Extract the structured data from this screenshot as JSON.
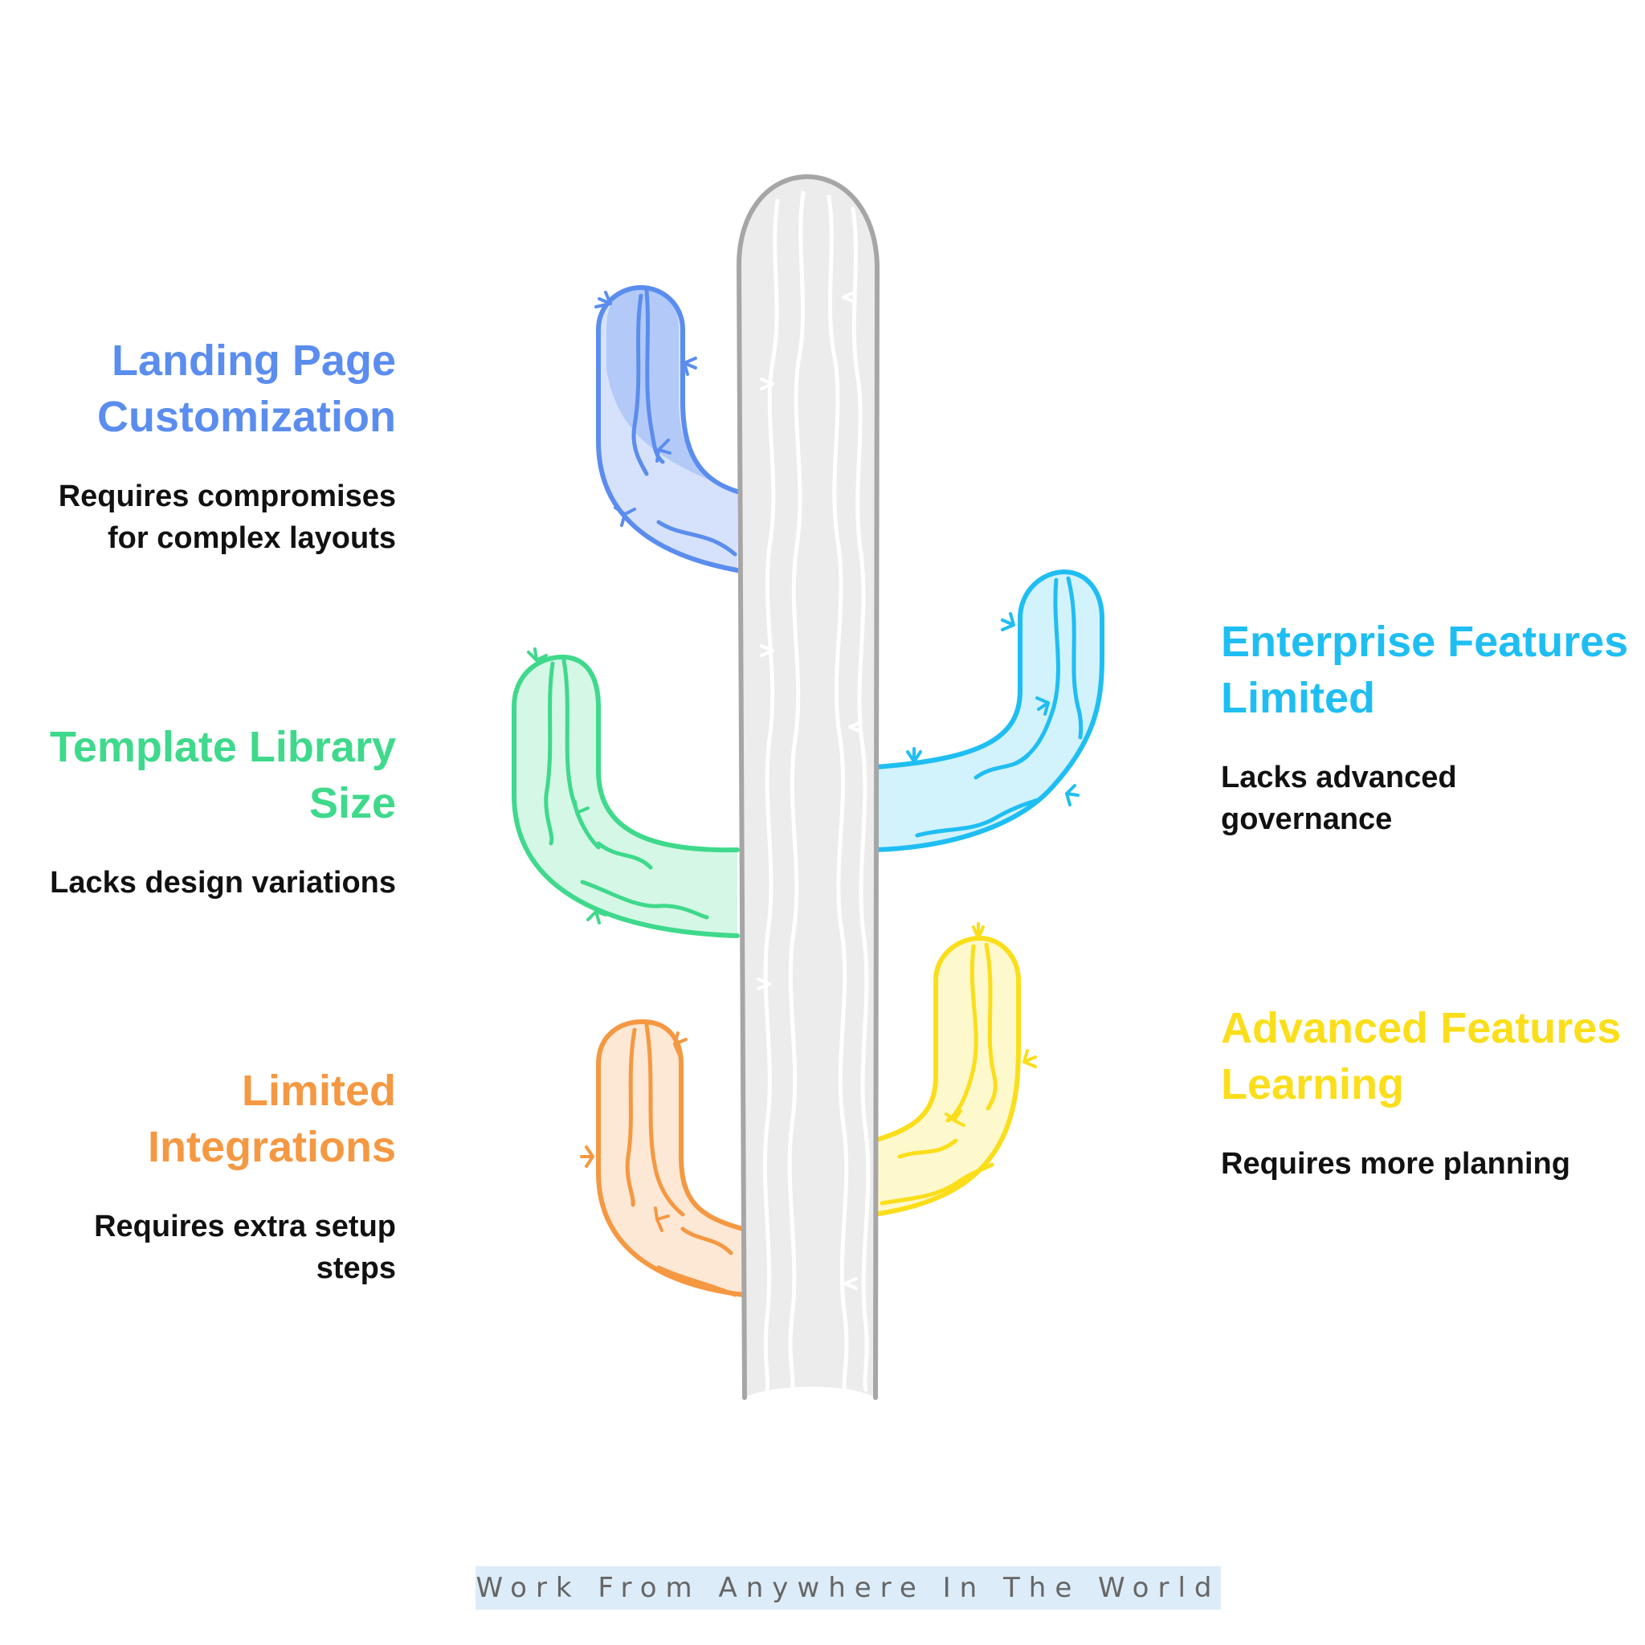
{
  "items": {
    "landing": {
      "title_line1": "Landing Page",
      "title_line2": "Customization",
      "desc_line1": "Requires compromises",
      "desc_line2": "for complex layouts",
      "color": "#5b8def"
    },
    "template": {
      "title_line1": "Template Library",
      "title_line2": "Size",
      "desc_line1": "Lacks design variations",
      "color": "#3fd98c"
    },
    "integrations": {
      "title_line1": "Limited",
      "title_line2": "Integrations",
      "desc_line1": "Requires extra setup",
      "desc_line2": "steps",
      "color": "#f59842"
    },
    "enterprise": {
      "title_line1": "Enterprise Features",
      "title_line2": "Limited",
      "desc_line1": "Lacks advanced",
      "desc_line2": "governance",
      "color": "#1fbef2"
    },
    "advanced": {
      "title_line1": "Advanced Features",
      "title_line2": "Learning",
      "desc_line1": "Requires more planning",
      "color": "#fbde1a"
    }
  },
  "footer": {
    "text": "Work From Anywhere In The World"
  },
  "colors": {
    "trunk_fill": "#ececec",
    "trunk_stroke": "#a6a6a6",
    "footer_bg": "#dcecf8"
  }
}
